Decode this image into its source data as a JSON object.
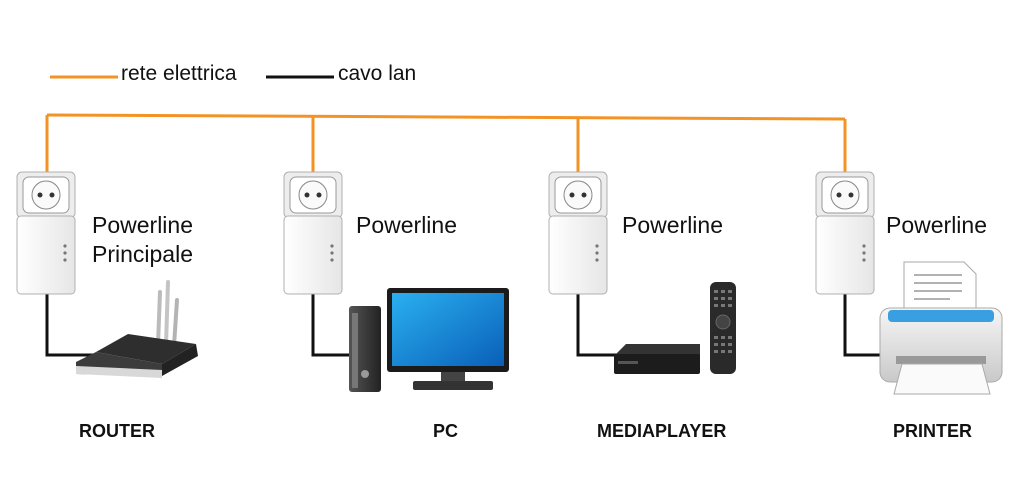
{
  "legend": {
    "power_label": "rete elettrica",
    "lan_label": "cavo lan",
    "power_color": "#F39325",
    "lan_color": "#111111"
  },
  "adapters": [
    {
      "line1": "Powerline",
      "line2": "Principale"
    },
    {
      "line1": "Powerline",
      "line2": ""
    },
    {
      "line1": "Powerline",
      "line2": ""
    },
    {
      "line1": "Powerline",
      "line2": ""
    }
  ],
  "devices": [
    {
      "label": "ROUTER",
      "icon": "router-icon"
    },
    {
      "label": "PC",
      "icon": "pc-icon"
    },
    {
      "label": "MEDIAPLAYER",
      "icon": "mediaplayer-icon"
    },
    {
      "label": "PRINTER",
      "icon": "printer-icon"
    }
  ]
}
